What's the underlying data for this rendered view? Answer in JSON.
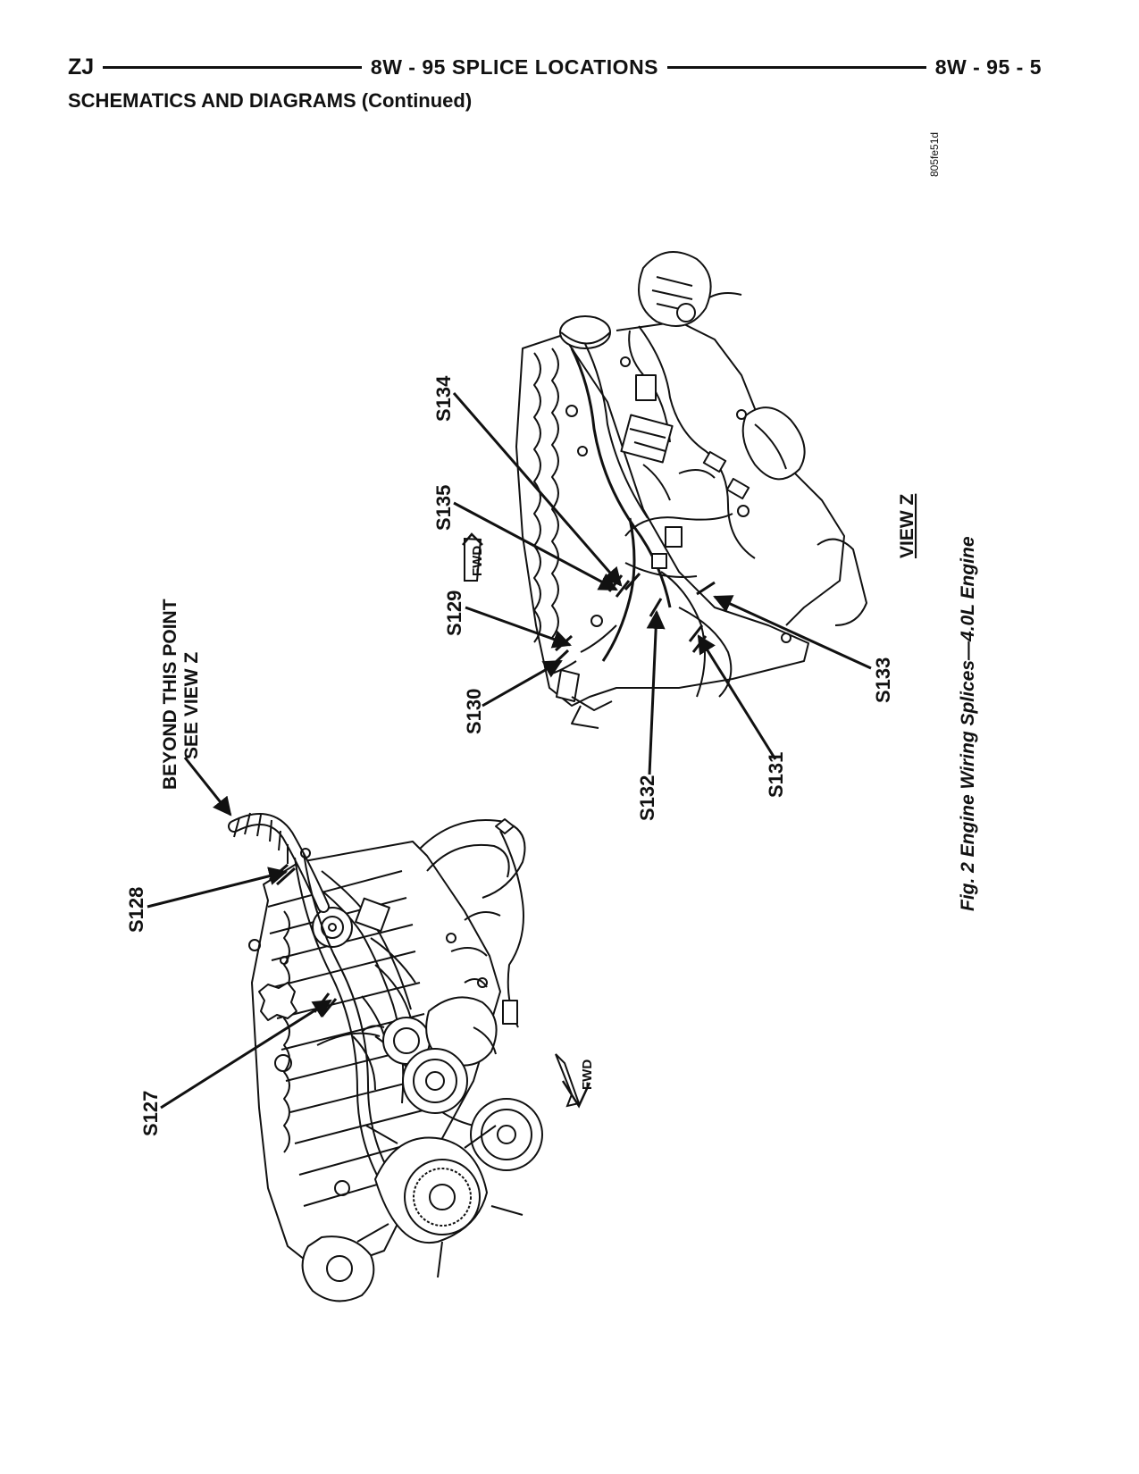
{
  "header": {
    "left": "ZJ",
    "center": "8W - 95 SPLICE LOCATIONS",
    "right": "8W - 95 - 5"
  },
  "section_title": "SCHEMATICS AND DIAGRAMS (Continued)",
  "figure": {
    "code": "805fe51d",
    "caption": "Fig. 2 Engine Wiring Splices—4.0L Engine",
    "note_line1": "BEYOND THIS POINT",
    "note_line2": "SEE VIEW Z",
    "view_label": "VIEW Z",
    "fwd_label": "FWD",
    "splices": {
      "s127": "S127",
      "s128": "S128",
      "s129": "S129",
      "s130": "S130",
      "s131": "S131",
      "s132": "S132",
      "s133": "S133",
      "s134": "S134",
      "s135": "S135"
    }
  }
}
